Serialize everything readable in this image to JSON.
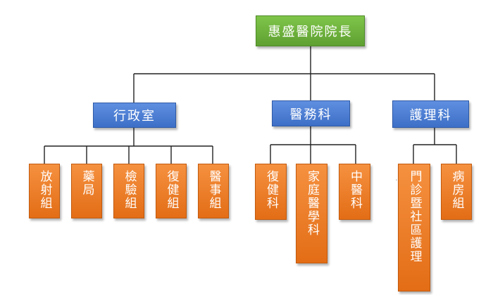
{
  "org_chart": {
    "root": {
      "label": "惠盛醫院院長",
      "color": "#6db33f"
    },
    "departments": [
      {
        "label": "行政室",
        "color": "#4a7fd8",
        "units": [
          "放射組",
          "藥局",
          "檢驗組",
          "復健組",
          "醫事組"
        ]
      },
      {
        "label": "醫務科",
        "color": "#4a7fd8",
        "units": [
          "復健科",
          "家庭醫學科",
          "中醫科"
        ]
      },
      {
        "label": "護理科",
        "color": "#4a7fd8",
        "units": [
          "門診暨社區護理",
          "病房組"
        ]
      }
    ],
    "leaf_color": "#ec7a24",
    "marker": "."
  }
}
